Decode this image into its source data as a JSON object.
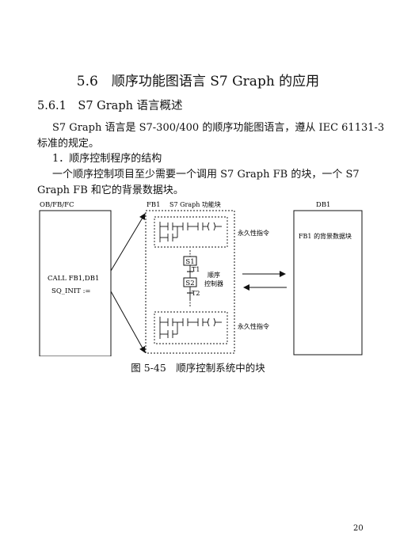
{
  "heading_section": "5.6　顺序功能图语言 S7 Graph 的应用",
  "heading_subsection": "5.6.1　S7 Graph 语言概述",
  "paragraph1_line1": "S7 Graph 语言是 S7-300/400 的顺序功能图语言，遵从 IEC 61131-3",
  "paragraph1_line2": "标准的规定。",
  "list_item_1": "1．顺序控制程序的结构",
  "paragraph2_line1": "一个顺序控制项目至少需要一个调用 S7 Graph FB 的块，一个 S7",
  "paragraph2_line2": "Graph FB 和它的背景数据块。",
  "figure": {
    "label_caller": "OB/FB/FC",
    "label_fb": "FB1",
    "label_fb_desc": "S7 Graph 功能块",
    "label_db": "DB1",
    "call_line1": "CALL FB1,DB1",
    "call_line2": "SQ_INIT :=",
    "permanent_top": "永久性指令",
    "permanent_bottom": "永久性指令",
    "db_text": "FB1 的背景数据块",
    "step1": "S1",
    "step2": "S2",
    "transition1": "T1",
    "transition2": "T2",
    "sequencer_line1": "顺序",
    "sequencer_line2": "控制器"
  },
  "caption": "图 5-45　顺序控制系统中的块",
  "page_number": "20"
}
